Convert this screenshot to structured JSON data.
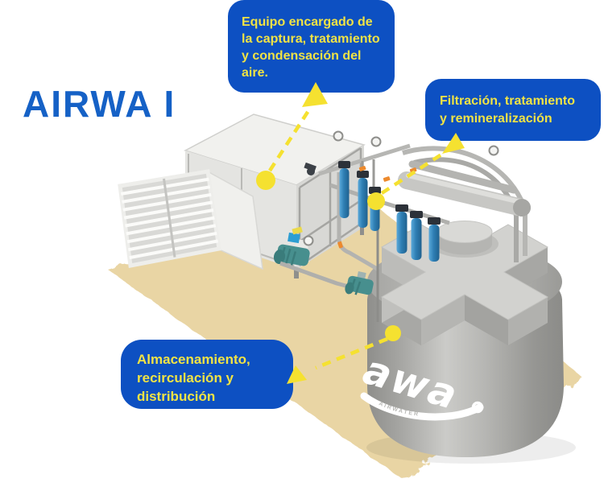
{
  "page": {
    "title": "AIRWA I"
  },
  "callouts": {
    "capture": {
      "lines": [
        "Equipo encargado de",
        "la captura, tratamiento",
        "y condensación del",
        "aire."
      ]
    },
    "filtration": {
      "lines": [
        "Filtración, tratamiento",
        "y remineralización"
      ]
    },
    "storage": {
      "lines": [
        "Almacenamiento,",
        "recirculación y",
        "distribución"
      ]
    }
  },
  "tank": {
    "logo": "awa",
    "tagline": "AIRWATER"
  },
  "colors": {
    "title_blue": "#1561c6",
    "callout_bg": "#0d50c2",
    "callout_text": "#f0e345",
    "arrow_yellow": "#f5e130",
    "floor_beige": "#e9d5a4",
    "machine_gray": "#d8d8d5",
    "tank_gray": "#a9a9a6",
    "filter_blue": "#3a8fc4",
    "pump_teal": "#478f8e"
  }
}
